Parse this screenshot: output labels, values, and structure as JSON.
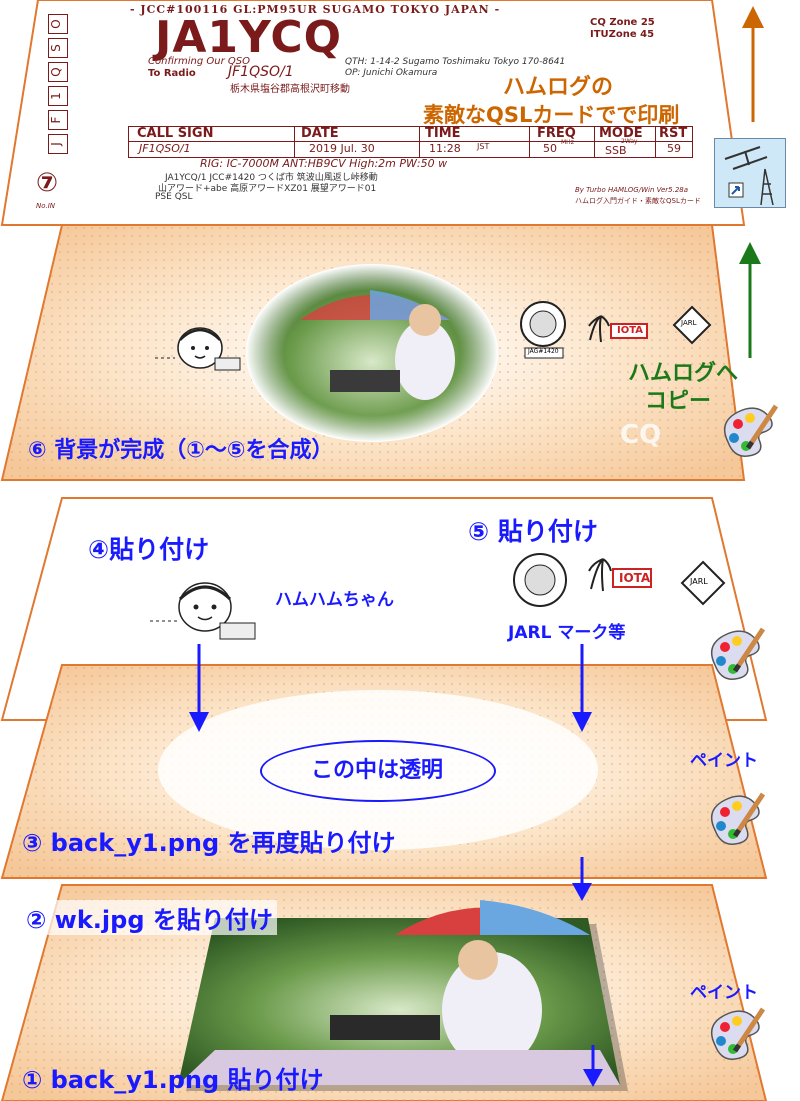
{
  "qsl": {
    "top_line": "- JCC#100116 GL:PM95UR SUGAMO TOKYO JAPAN -",
    "callsign": "JA1YCQ",
    "cq_zone": "CQ Zone 25",
    "itu_zone": "ITUZone 45",
    "vertical_call": [
      "J",
      "F",
      "1",
      "Q",
      "S",
      "O"
    ],
    "confirming": "Confirming Our QSO",
    "to_radio_label": "To Radio",
    "to_radio_call": "JF1QSO/1",
    "qth": "QTH: 1-14-2 Sugamo Toshimaku Tokyo 170-8641",
    "op": "OP: Junichi Okamura",
    "jp_location": "栃木県塩谷郡高根沢町移動",
    "headers": [
      "CALL SIGN",
      "DATE",
      "TIME",
      "FREQ",
      "MODE",
      "RST"
    ],
    "row": [
      "JF1QSO/1",
      "2019 Jul. 30",
      "11:28",
      "50",
      "SSB",
      "59"
    ],
    "time_zone": "JST",
    "freq_unit": "MHz",
    "mode_sub": "2Way",
    "rig": "RIG: IC-7000M ANT:HB9CV High:2m PW:50 w",
    "notes": [
      "JA1YCQ/1 JCC#1420 つくば市 筑波山風返し峠移動",
      "山アワード+abe 高原アワードXZ01 展望アワード01",
      "PSE QSL"
    ],
    "credit1": "By Turbo HAMLOG/Win Ver5.28a",
    "credit2": "ハムログ入門ガイド・素敵なQSLカード",
    "no_label": "No.IN",
    "step_marker": "⑦",
    "overlay_line1": "ハムログの",
    "overlay_line2": "素敵なQSLカードでで印刷"
  },
  "layer6": {
    "caption": "⑥ 背景が完成（①～⑤を合成）",
    "jag": "JAG#1420",
    "iota": "IOTA",
    "jarl": "JARL",
    "faint": "CQ"
  },
  "side": {
    "copy_line1": "ハムログへ",
    "copy_line2": "コピー"
  },
  "layer45": {
    "step4": "④貼り付け",
    "step5": "⑤ 貼り付け",
    "hamham": "ハムハムちゃん",
    "jarl_label": "JARL マーク等"
  },
  "layer3": {
    "transparent": "この中は透明",
    "step3": "③ back_y1.png を再度貼り付け",
    "paint_label": "ペイント"
  },
  "layer2": {
    "step2": "② wk.jpg を貼り付け"
  },
  "layer1": {
    "step1": "① back_y1.png 貼り付け",
    "paint_label": "ペイント"
  },
  "colors": {
    "arrow_orange": "#cc6600",
    "arrow_green": "#1a7a1a",
    "step_blue": "#1a1aff",
    "call_maroon": "#7a1a1a",
    "layer_orange": "#e07830"
  },
  "icons": [
    "paint-palette-icon",
    "arrow-up-icon",
    "arrow-down-icon",
    "antenna-icon",
    "hamham-mascot-icon",
    "jag-lion-logo-icon",
    "iota-logo-icon",
    "jarl-diamond-logo-icon"
  ]
}
